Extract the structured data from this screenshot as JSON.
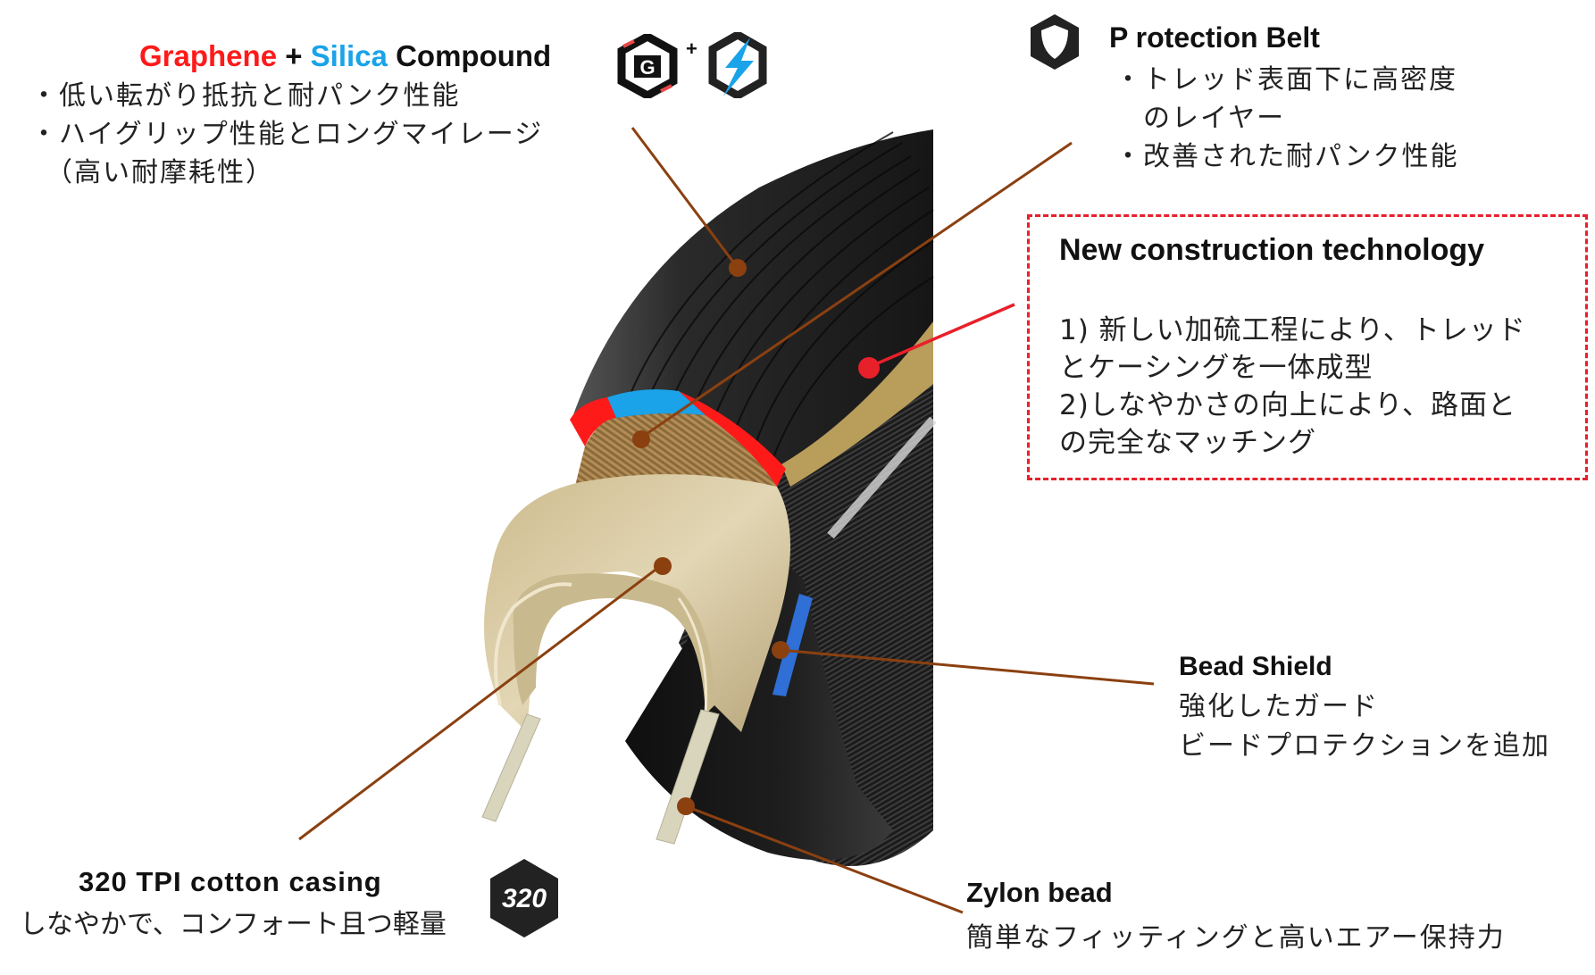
{
  "colors": {
    "graphene": "#ff1a1a",
    "silica": "#1aa3e8",
    "leader_line": "#8b4010",
    "highlight_line": "#e8202a",
    "box_border": "#e8202a",
    "tread": "#222222",
    "casing": "#d8c9a3",
    "bead_shield": "#2f6fd6"
  },
  "compound": {
    "title_part1": "Graphene",
    "title_plus": "+",
    "title_part2": "Silica",
    "title_part3": "Compound",
    "icons_plus": "+",
    "icon_graphene": "graphene-g-hex-icon",
    "icon_silica": "silica-lightning-hex-icon",
    "bullets": [
      "・低い転がり抵抗と耐パンク性能",
      "・ハイグリップ性能とロングマイレージ",
      "　（高い耐摩耗性）"
    ]
  },
  "protection_belt": {
    "icon": "shield-hex-icon",
    "title": "P rotection Belt",
    "bullets": [
      "・トレッド表面下に高密度",
      "　のレイヤー",
      "・改善された耐パンク性能"
    ]
  },
  "new_construction": {
    "title": "New construction technology",
    "lines": [
      "1) 新しい加硫工程により、トレッド",
      "とケーシングを一体成型",
      "2)しなやかさの向上により、路面と",
      "の完全なマッチング"
    ]
  },
  "bead_shield": {
    "title": "Bead Shield",
    "lines": [
      "強化したガード",
      "ビードプロテクションを追加"
    ]
  },
  "casing": {
    "title": "320 TPI cotton casing",
    "subtitle": "しなやかで、コンフォート且つ軽量",
    "badge_text": "320",
    "badge_icon": "tpi-320-hex-icon"
  },
  "zylon": {
    "title": "Zylon bead",
    "subtitle": "簡単なフィッティングと高いエアー保持力"
  }
}
